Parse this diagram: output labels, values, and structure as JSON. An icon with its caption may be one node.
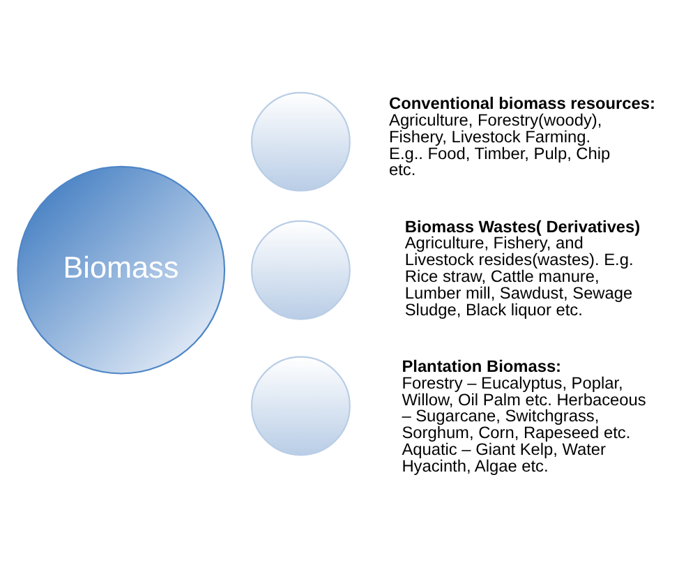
{
  "diagram": {
    "nodes": [
      {
        "text": [
          "Biomass"
        ]
      },
      {
        "text": [],
        "shape": "circle",
        "beside": [
          "Conventional biomass resources:",
          "Agriculture, Forestry(woody), Fishery, Livestock Farming. E.g.. Food, Timber, Pulp, Chip etc."
        ]
      },
      {
        "text": [],
        "shape": "circle",
        "beside": [
          "Biomass Wastes( Derivatives)",
          "Agriculture, Fishery, and Livestock resides(wastes). E.g. Rice straw, Cattle manure, Lumber mill, Sawdust, Sewage Sludge, Black liquor etc."
        ]
      },
      {
        "text": [],
        "shape": "circle",
        "beside": [
          "Plantation Biomass:",
          "Forestry – Eucalyptus, Poplar, Willow, Oil Palm etc. Herbaceous – Sugarcane, Switchgrass, Sorghum, Corn, Rapeseed etc. Aquatic – Giant Kelp, Water Hyacinth, Algae etc."
        ]
      }
    ]
  }
}
